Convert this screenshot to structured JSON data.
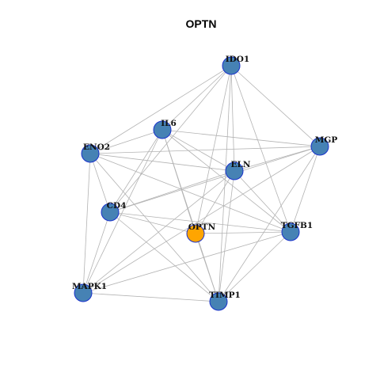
{
  "title": "OPTN",
  "colors": {
    "node_fill": "#4682b4",
    "node_stroke": "#1a33cc",
    "focus_fill": "#ffa500",
    "focus_stroke": "#8a6a10",
    "edge": "#b3b3b3",
    "background": "#ffffff"
  },
  "nodes": [
    {
      "id": "IDO1",
      "label": "IDO1",
      "focus": false
    },
    {
      "id": "IL6",
      "label": "IL6",
      "focus": false
    },
    {
      "id": "ENO2",
      "label": "ENO2",
      "focus": false
    },
    {
      "id": "MGP",
      "label": "MGP",
      "focus": false
    },
    {
      "id": "ELN",
      "label": "ELN",
      "focus": false
    },
    {
      "id": "CD4",
      "label": "CD4",
      "focus": false
    },
    {
      "id": "OPTN",
      "label": "OPTN",
      "focus": true
    },
    {
      "id": "TGFB1",
      "label": "TGFB1",
      "focus": false
    },
    {
      "id": "MAPK1",
      "label": "MAPK1",
      "focus": false
    },
    {
      "id": "TIMP1",
      "label": "TIMP1",
      "focus": false
    }
  ],
  "edges": [
    [
      "IDO1",
      "ENO2"
    ],
    [
      "IDO1",
      "IL6"
    ],
    [
      "IDO1",
      "ELN"
    ],
    [
      "IDO1",
      "MGP"
    ],
    [
      "IDO1",
      "CD4"
    ],
    [
      "IDO1",
      "TGFB1"
    ],
    [
      "IDO1",
      "TIMP1"
    ],
    [
      "IDO1",
      "OPTN"
    ],
    [
      "IL6",
      "ENO2"
    ],
    [
      "IL6",
      "MGP"
    ],
    [
      "IL6",
      "CD4"
    ],
    [
      "IL6",
      "ELN"
    ],
    [
      "IL6",
      "OPTN"
    ],
    [
      "IL6",
      "TGFB1"
    ],
    [
      "IL6",
      "TIMP1"
    ],
    [
      "IL6",
      "MAPK1"
    ],
    [
      "ENO2",
      "MGP"
    ],
    [
      "ENO2",
      "ELN"
    ],
    [
      "ENO2",
      "CD4"
    ],
    [
      "ENO2",
      "TGFB1"
    ],
    [
      "ENO2",
      "MAPK1"
    ],
    [
      "ENO2",
      "TIMP1"
    ],
    [
      "MGP",
      "ELN"
    ],
    [
      "MGP",
      "CD4"
    ],
    [
      "MGP",
      "TGFB1"
    ],
    [
      "MGP",
      "TIMP1"
    ],
    [
      "MGP",
      "MAPK1"
    ],
    [
      "ELN",
      "CD4"
    ],
    [
      "ELN",
      "TGFB1"
    ],
    [
      "ELN",
      "TIMP1"
    ],
    [
      "ELN",
      "MAPK1"
    ],
    [
      "ELN",
      "OPTN"
    ],
    [
      "CD4",
      "TGFB1"
    ],
    [
      "CD4",
      "TIMP1"
    ],
    [
      "CD4",
      "MAPK1"
    ],
    [
      "CD4",
      "OPTN"
    ],
    [
      "OPTN",
      "TIMP1"
    ],
    [
      "OPTN",
      "TGFB1"
    ],
    [
      "TGFB1",
      "TIMP1"
    ],
    [
      "TGFB1",
      "MAPK1"
    ],
    [
      "MAPK1",
      "TIMP1"
    ]
  ]
}
